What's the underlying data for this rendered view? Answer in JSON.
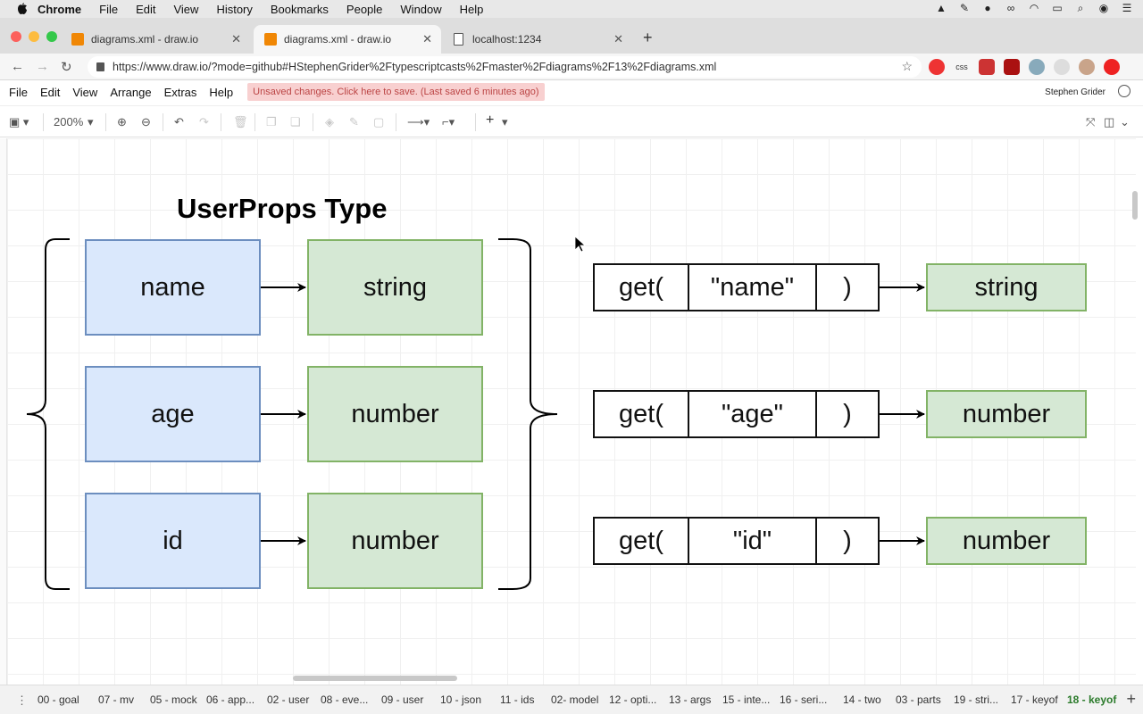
{
  "os_menu": {
    "items": [
      "Chrome",
      "File",
      "Edit",
      "View",
      "History",
      "Bookmarks",
      "People",
      "Window",
      "Help"
    ]
  },
  "browser": {
    "tabs": [
      {
        "title": "diagrams.xml - draw.io"
      },
      {
        "title": "diagrams.xml - draw.io"
      },
      {
        "title": "localhost:1234"
      }
    ],
    "url": "https://www.draw.io/?mode=github#HStephenGrider%2Ftypescriptcasts%2Fmaster%2Fdiagrams%2F13%2Fdiagrams.xml",
    "ext_css": "css"
  },
  "app": {
    "menu": [
      "File",
      "Edit",
      "View",
      "Arrange",
      "Extras",
      "Help"
    ],
    "unsaved": "Unsaved changes. Click here to save. (Last saved 6 minutes ago)",
    "user": "Stephen Grider",
    "zoom": "200%"
  },
  "diagram": {
    "title": "UserProps Type",
    "props": [
      {
        "key": "name",
        "type": "string"
      },
      {
        "key": "age",
        "type": "number"
      },
      {
        "key": "id",
        "type": "number"
      }
    ],
    "calls": [
      {
        "fn": "get(",
        "arg": "\"name\"",
        "close": ")",
        "result": "string"
      },
      {
        "fn": "get(",
        "arg": "\"age\"",
        "close": ")",
        "result": "number"
      },
      {
        "fn": "get(",
        "arg": "\"id\"",
        "close": ")",
        "result": "number"
      }
    ]
  },
  "pages": [
    "00 - goal",
    "07 - mv",
    "05 - mock",
    "06 - app...",
    "02 - user",
    "08 - eve...",
    "09 - user",
    "10 - json",
    "11 - ids",
    "02- model",
    "12 - opti...",
    "13 - args",
    "15 - inte...",
    "16 - seri...",
    "14 - two",
    "03 - parts",
    "19 - stri...",
    "17 - keyof",
    "18 - keyof"
  ]
}
